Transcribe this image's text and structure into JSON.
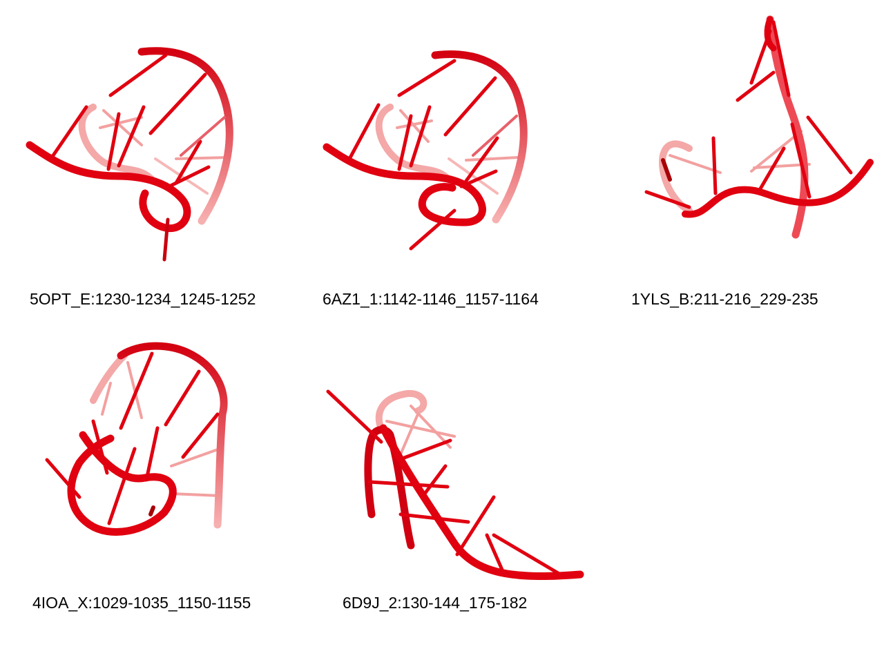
{
  "structures": [
    {
      "label": "5OPT_E:1230-1234_1245-1252"
    },
    {
      "label": "6AZ1_1:1142-1146_1157-1164"
    },
    {
      "label": "1YLS_B:211-216_229-235"
    },
    {
      "label": "4IOA_X:1029-1035_1150-1155"
    },
    {
      "label": "6D9J_2:130-144_175-182"
    }
  ],
  "colors": {
    "backbone": "#e8000b",
    "backbone_dark": "#a80008",
    "stick": "#e00010",
    "faded": "#f5a0a0"
  }
}
